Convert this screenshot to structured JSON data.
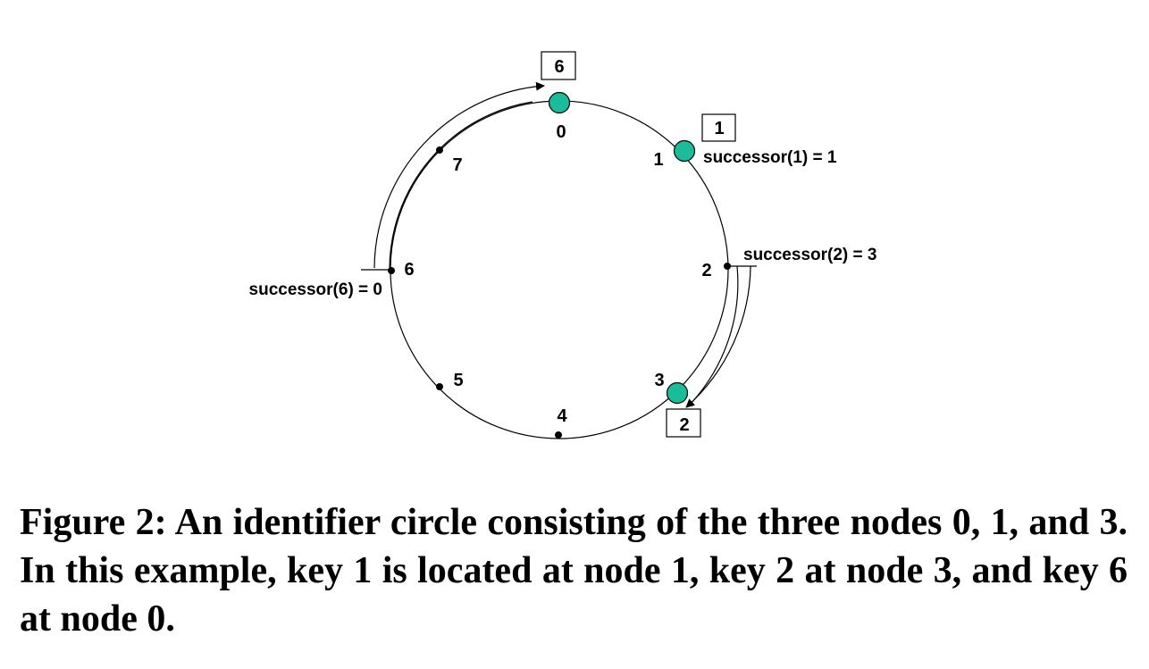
{
  "diagram": {
    "node_color": "#1abc9c",
    "positions": [
      {
        "id": "0",
        "label": "0",
        "is_node": true
      },
      {
        "id": "1",
        "label": "1",
        "is_node": true
      },
      {
        "id": "2",
        "label": "2",
        "is_node": false
      },
      {
        "id": "3",
        "label": "3",
        "is_node": true
      },
      {
        "id": "4",
        "label": "4",
        "is_node": false
      },
      {
        "id": "5",
        "label": "5",
        "is_node": false
      },
      {
        "id": "6",
        "label": "6",
        "is_node": false
      },
      {
        "id": "7",
        "label": "7",
        "is_node": false
      }
    ],
    "key_boxes": [
      {
        "key": "6",
        "stored_at_node": "0"
      },
      {
        "key": "1",
        "stored_at_node": "1"
      },
      {
        "key": "2",
        "stored_at_node": "3"
      }
    ],
    "successor_labels": [
      {
        "text": "successor(1) = 1"
      },
      {
        "text": "successor(2) = 3"
      },
      {
        "text": "successor(6) = 0"
      }
    ]
  },
  "caption": "Figure 2: An identifier circle consisting of the three nodes 0, 1, and 3. In this example, key 1 is located at node 1, key 2 at node 3, and key 6 at node 0."
}
